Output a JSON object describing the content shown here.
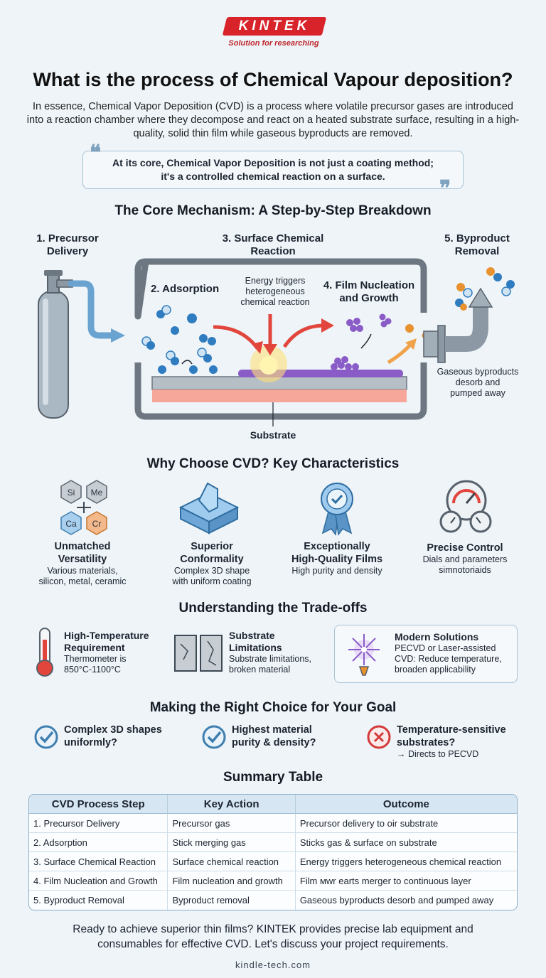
{
  "logo": {
    "brand": "KINTEK",
    "tagline": "Solution for researching"
  },
  "title": "What is the process of Chemical Vapour deposition?",
  "intro": "In essence, Chemical Vapor Deposition (CVD) is a process where volatile precursor gases are introduced into a reaction chamber where they decompose and react on a heated substrate surface, resulting in a high-quality, solid thin film while gaseous byproducts are removed.",
  "quote": {
    "line1": "At its core, Chemical Vapor Deposition is not just a coating method;",
    "line2": "it's a controlled chemical reaction on a surface.",
    "open": "❝",
    "close": "❞"
  },
  "mechanism": {
    "title": "The Core Mechanism: A Step-by-Step Breakdown",
    "step1": {
      "line1": "1. Precursor",
      "line2": "Delivery"
    },
    "step2": "2. Adsorption",
    "step3": {
      "line1": "3. Surface Chemical",
      "line2": "Reaction"
    },
    "energy": {
      "line1": "Energy triggers",
      "line2": "heterogeneous",
      "line3": "chemical reaction"
    },
    "step4": {
      "line1": "4. Film Nucleation",
      "line2": "and Growth"
    },
    "step5": {
      "line1": "5. Byproduct",
      "line2": "Removal"
    },
    "byproduct": {
      "line1": "Gaseous byproducts",
      "line2": "desorb and",
      "line3": "pumped away"
    },
    "substrate": "Substrate"
  },
  "characteristics": {
    "title": "Why Choose CVD? Key Characteristics",
    "elements": [
      "Si",
      "Me",
      "Ca",
      "Cr"
    ],
    "items": [
      {
        "t1": "Unmatched",
        "t2": "Versatility",
        "d1": "Various materials,",
        "d2": "silicon, metal, ceramic",
        "icon": "element-hexagons-icon"
      },
      {
        "t1": "Superior",
        "t2": "Conformality",
        "d1": "Complex 3D shape",
        "d2": "with uniform coating",
        "icon": "3d-shape-icon"
      },
      {
        "t1": "Exceptionally",
        "t2": "High-Quality Films",
        "d1": "High purity and density",
        "d2": "",
        "icon": "award-ribbon-icon"
      },
      {
        "t1": "Precise Control",
        "t2": "",
        "d1": "Dials and parameters",
        "d2": "simnotoriaids",
        "icon": "gauges-icon"
      }
    ]
  },
  "tradeoffs": {
    "title": "Understanding the Trade-offs",
    "items": [
      {
        "t1": "High-Temperature",
        "t2": "Requirement",
        "d1": "Thermometer is",
        "d2": "850°C-1100°C",
        "d3": ""
      },
      {
        "t1": "Substrate",
        "t2": "Limitations",
        "d1": "Substrate limitations,",
        "d2": "broken material",
        "d3": ""
      },
      {
        "t1": "Modern Solutions",
        "t2": "",
        "d1": "PECVD or Laser-assisted",
        "d2": "CVD: Reduce temperature,",
        "d3": "broaden applicability"
      }
    ]
  },
  "choices": {
    "title": "Making the Right Choice for Your Goal",
    "items": [
      {
        "t1": "Complex 3D shapes",
        "t2": "uniformly?",
        "sub": ""
      },
      {
        "t1": "Highest material",
        "t2": "purity & density?",
        "sub": ""
      },
      {
        "t1": "Temperature-sensitive",
        "t2": "substrates?",
        "sub": "→ Directs to PECVD"
      }
    ]
  },
  "summary": {
    "title": "Summary Table",
    "headers": [
      "CVD Process Step",
      "Key Action",
      "Outcome"
    ],
    "rows": [
      [
        "1. Precursor Delivery",
        "Precursor gas",
        "Precursor delivery to oir substrate"
      ],
      [
        "2. Adsorption",
        "Stick merging gas",
        "Sticks gas & surface on substrate"
      ],
      [
        "3. Surface Chemical Reaction",
        "Surface chemical reaction",
        "Energy triggers heterogeneous chemical reaction"
      ],
      [
        "4. Film Nucleation and Growth",
        "Film nucleation and growth",
        "Film мwr earts merger to continuous layer"
      ],
      [
        "5. Byproduct Removal",
        "Byproduct removal",
        "Gaseous byproducts desorb and pumped away"
      ]
    ]
  },
  "footer": {
    "line1": "Ready to achieve superior thin films? KINTEK provides precise lab equipment and",
    "line2": "consumables for effective CVD. Let's discuss your project requirements.",
    "url": "kindle-tech.com"
  },
  "colors": {
    "brand": "#d8232a",
    "accent": "#3f7fb0",
    "molecule": "#2f7dc0",
    "film": "#8a5cc7",
    "byproduct": "#e8912f",
    "check": "#3f7fb0",
    "cross": "#d43a3a"
  }
}
